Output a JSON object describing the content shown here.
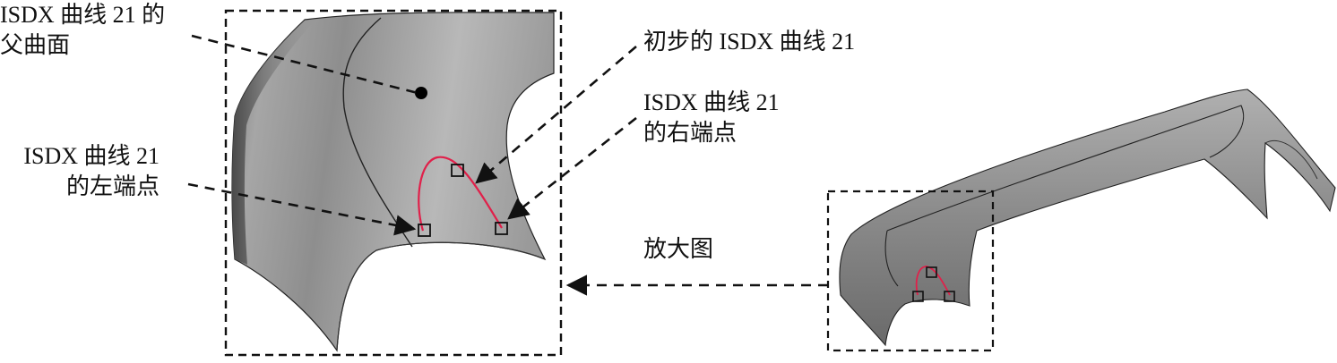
{
  "labels": {
    "parent_surface": [
      "ISDX 曲线 21 的",
      "父曲面"
    ],
    "initial_curve": "初步的 ISDX 曲线 21",
    "right_endpoint": [
      "ISDX 曲线 21",
      "的右端点"
    ],
    "left_endpoint": [
      "ISDX 曲线 21",
      "的左端点"
    ],
    "magnified": "放大图"
  },
  "colors": {
    "curve": "#e0204a",
    "surface_light": "#c8c8c8",
    "surface_dark": "#5a5a5a",
    "line": "#111111"
  }
}
